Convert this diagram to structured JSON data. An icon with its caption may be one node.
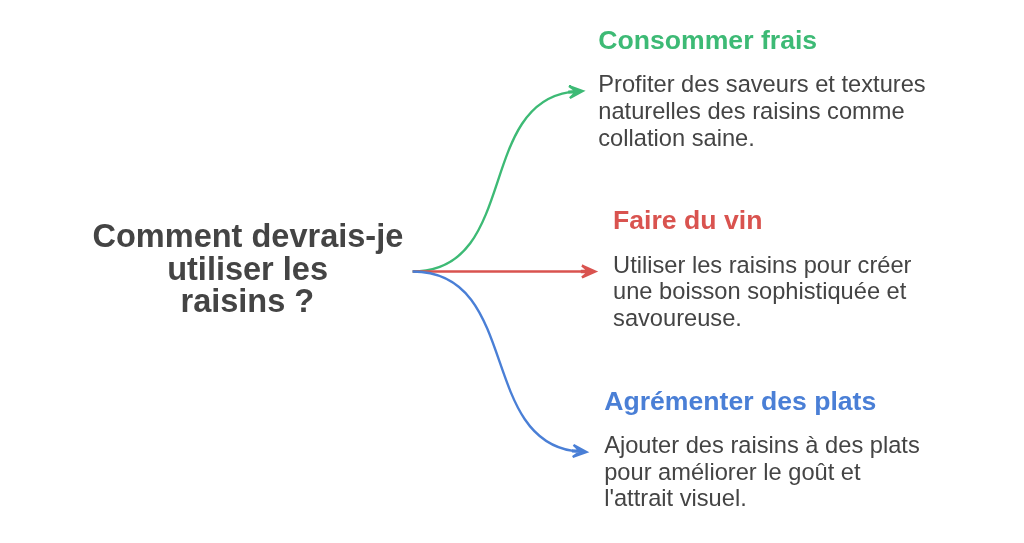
{
  "diagram": {
    "nodes": [
      {
        "text": [
          "Comment devrais-je utiliser les raisins ?"
        ]
      },
      {
        "text": [
          "Consommer frais",
          "Profiter des saveurs et textures naturelles des raisins comme collation saine."
        ]
      },
      {
        "text": [
          "Faire du vin",
          "Utiliser les raisins pour créer une boisson sophistiquée et savoureuse."
        ]
      },
      {
        "text": [
          "Agrémenter des plats",
          "Ajouter des raisins à des plats pour améliorer le goût et l'attrait visuel."
        ]
      }
    ],
    "edges": [
      {
        "from": 0,
        "to": 1,
        "arrow": "to",
        "color": "#3dba75"
      },
      {
        "from": 0,
        "to": 2,
        "arrow": "to",
        "color": "#d9534f"
      },
      {
        "from": 0,
        "to": 3,
        "arrow": "to",
        "color": "#4a7fd6"
      }
    ]
  }
}
